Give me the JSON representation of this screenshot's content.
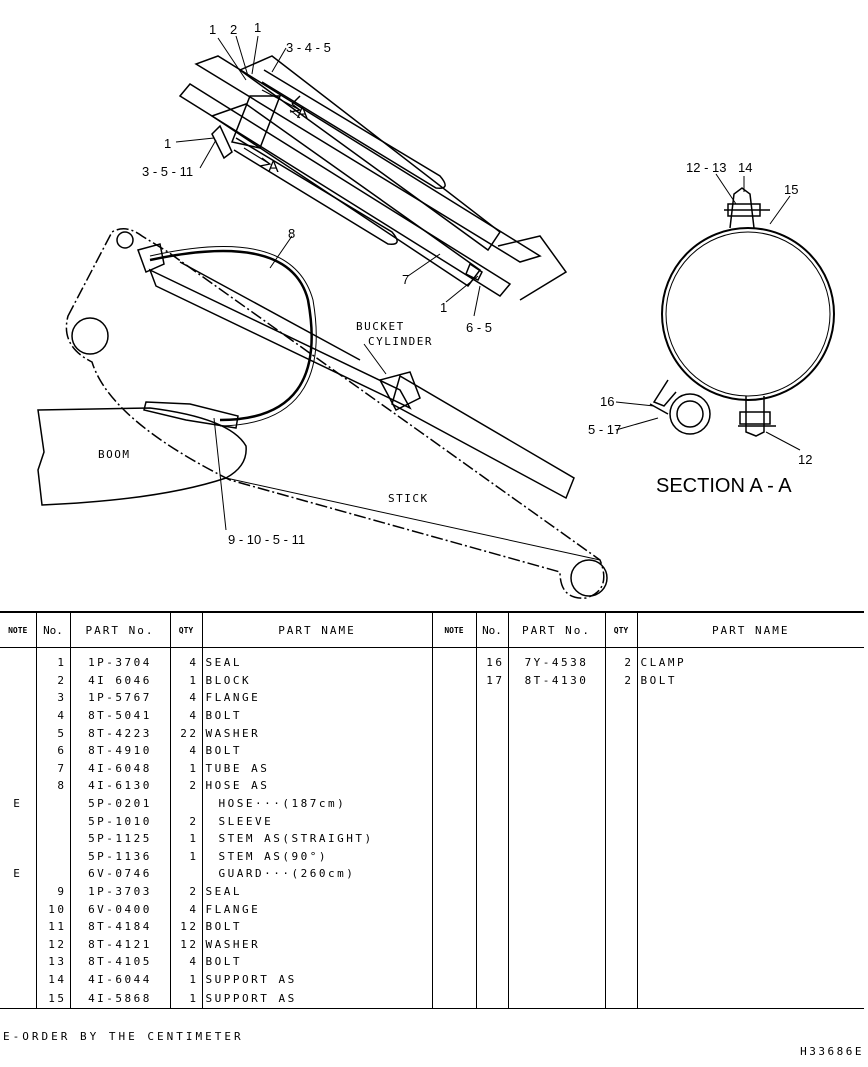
{
  "diagram": {
    "callouts": [
      "1",
      "2",
      "1",
      "3 - 4 - 5",
      "A",
      "1",
      "3 - 5 - 11",
      "A",
      "8",
      "7",
      "1",
      "6 - 5",
      "9 - 10 - 5 - 11",
      "12 - 13",
      "14",
      "15",
      "16",
      "5 - 17",
      "12"
    ],
    "text_labels": {
      "bucket_cylinder_1": "BUCKET",
      "bucket_cylinder_2": "CYLINDER",
      "boom": "BOOM",
      "stick": "STICK",
      "section": "SECTION A - A"
    }
  },
  "table": {
    "headers": {
      "note": "NOTE",
      "no": "No.",
      "part_no": "PART No.",
      "qty": "QTY",
      "part_name": "PART NAME"
    },
    "left_rows": [
      {
        "note": "",
        "no": "1",
        "part_no": "1P-3704",
        "qty": "4",
        "name": "SEAL",
        "indent": false
      },
      {
        "note": "",
        "no": "2",
        "part_no": "4I 6046",
        "qty": "1",
        "name": "BLOCK",
        "indent": false
      },
      {
        "note": "",
        "no": "3",
        "part_no": "1P-5767",
        "qty": "4",
        "name": "FLANGE",
        "indent": false
      },
      {
        "note": "",
        "no": "4",
        "part_no": "8T-5041",
        "qty": "4",
        "name": "BOLT",
        "indent": false
      },
      {
        "note": "",
        "no": "5",
        "part_no": "8T-4223",
        "qty": "22",
        "name": "WASHER",
        "indent": false
      },
      {
        "note": "",
        "no": "6",
        "part_no": "8T-4910",
        "qty": "4",
        "name": "BOLT",
        "indent": false
      },
      {
        "note": "",
        "no": "7",
        "part_no": "4I-6048",
        "qty": "1",
        "name": "TUBE AS",
        "indent": false
      },
      {
        "note": "",
        "no": "8",
        "part_no": "4I-6130",
        "qty": "2",
        "name": "HOSE AS",
        "indent": false
      },
      {
        "note": "E",
        "no": "",
        "part_no": "5P-0201",
        "qty": "",
        "name": "HOSE···(187cm)",
        "indent": true
      },
      {
        "note": "",
        "no": "",
        "part_no": "5P-1010",
        "qty": "2",
        "name": "SLEEVE",
        "indent": true
      },
      {
        "note": "",
        "no": "",
        "part_no": "5P-1125",
        "qty": "1",
        "name": "STEM AS(STRAIGHT)",
        "indent": true
      },
      {
        "note": "",
        "no": "",
        "part_no": "5P-1136",
        "qty": "1",
        "name": "STEM AS(90°)",
        "indent": true
      },
      {
        "note": "E",
        "no": "",
        "part_no": "6V-0746",
        "qty": "",
        "name": "GUARD···(260cm)",
        "indent": true
      },
      {
        "note": "",
        "no": "9",
        "part_no": "1P-3703",
        "qty": "2",
        "name": "SEAL",
        "indent": false
      },
      {
        "note": "",
        "no": "10",
        "part_no": "6V-0400",
        "qty": "4",
        "name": "FLANGE",
        "indent": false
      },
      {
        "note": "",
        "no": "11",
        "part_no": "8T-4184",
        "qty": "12",
        "name": "BOLT",
        "indent": false
      },
      {
        "note": "",
        "no": "12",
        "part_no": "8T-4121",
        "qty": "12",
        "name": "WASHER",
        "indent": false
      },
      {
        "note": "",
        "no": "13",
        "part_no": "8T-4105",
        "qty": "4",
        "name": "BOLT",
        "indent": false
      },
      {
        "note": "",
        "no": "14",
        "part_no": "4I-6044",
        "qty": "1",
        "name": "SUPPORT AS",
        "indent": false
      },
      {
        "note": "",
        "no": "15",
        "part_no": "4I-5868",
        "qty": "1",
        "name": "SUPPORT AS",
        "indent": false
      }
    ],
    "right_rows": [
      {
        "note": "",
        "no": "16",
        "part_no": "7Y-4538",
        "qty": "2",
        "name": "CLAMP"
      },
      {
        "note": "",
        "no": "17",
        "part_no": "8T-4130",
        "qty": "2",
        "name": "BOLT"
      }
    ]
  },
  "footnote": "E-ORDER BY THE CENTIMETER",
  "drawing_number": "H33686E"
}
